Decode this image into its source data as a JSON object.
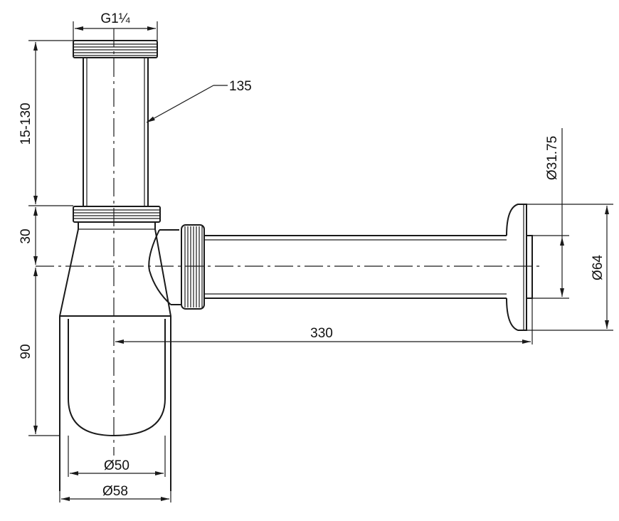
{
  "title": "",
  "labels": {
    "thread": "G1¼",
    "part_number": "135",
    "height_adjust": "15-130",
    "body_height": "30",
    "bottle_height": "90",
    "length": "330",
    "pipe_diameter": "Ø31.75",
    "flange_diameter": "Ø64",
    "inner_diameter": "Ø50",
    "outer_diameter": "Ø58"
  }
}
